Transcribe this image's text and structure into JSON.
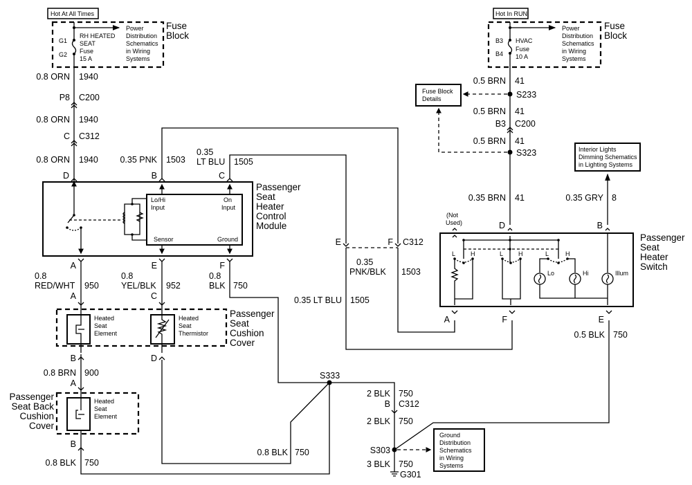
{
  "left_fuse": {
    "hot_label": "Hot At All Times",
    "block_label": [
      "Fuse",
      "Block"
    ],
    "terminals": [
      "G1",
      "G2"
    ],
    "fuse_name": [
      "RH HEATED",
      "SEAT",
      "Fuse",
      "15 A"
    ],
    "power_ref": [
      "Power",
      "Distribution",
      "Schematics",
      "in Wiring",
      "Systems"
    ]
  },
  "left_feed": {
    "wire1": {
      "size_color": "0.8 ORN",
      "circuit": "1940"
    },
    "conn1": {
      "pin": "P8",
      "id": "C200"
    },
    "wire2": {
      "size_color": "0.8 ORN",
      "circuit": "1940"
    },
    "conn2": {
      "pin": "C",
      "id": "C312"
    },
    "wire3": {
      "size_color": "0.8 ORN",
      "circuit": "1940"
    }
  },
  "control_module": {
    "name": [
      "Passenger",
      "Seat",
      "Heater",
      "Control",
      "Module"
    ],
    "pins": {
      "d": "D",
      "b": "B",
      "c": "C",
      "a": "A",
      "e": "E",
      "f": "F"
    },
    "inner": {
      "lohi": [
        "Lo/Hi",
        "Input"
      ],
      "on": [
        "On",
        "Input"
      ],
      "sensor": "Sensor",
      "ground": "Ground"
    },
    "wire_b": {
      "size_color": "0.35 PNK",
      "circuit": "1503"
    },
    "wire_c": {
      "size_color": [
        "0.35",
        "LT BLU"
      ],
      "circuit": "1505"
    },
    "wire_a": {
      "size_color": [
        "0.8",
        "RED/WHT"
      ],
      "circuit": "950"
    },
    "wire_e": {
      "size_color": [
        "0.8",
        "YEL/BLK"
      ],
      "circuit": "952"
    },
    "wire_f": {
      "size_color": [
        "0.8",
        "BLK"
      ],
      "circuit": "750"
    }
  },
  "cushion": {
    "name": [
      "Passenger",
      "Seat",
      "Cushion",
      "Cover"
    ],
    "pins": {
      "a": "A",
      "c": "C",
      "b": "B",
      "d": "D"
    },
    "element": [
      "Heated",
      "Seat",
      "Element"
    ],
    "thermistor": [
      "Heated",
      "Seat",
      "Thermistor"
    ]
  },
  "seat_back": {
    "name": [
      "Passenger",
      "Seat Back",
      "Cushion",
      "Cover"
    ],
    "wire_in": {
      "size_color": "0.8 BRN",
      "circuit": "900"
    },
    "pins": {
      "a": "A",
      "b": "B"
    },
    "element": [
      "Heated",
      "Seat",
      "Element"
    ],
    "wire_out": {
      "size_color": "0.8 BLK",
      "circuit": "750"
    }
  },
  "ground": {
    "thermistor_return": {
      "size_color": "0.8 BLK",
      "circuit": "750"
    },
    "splice1": "S333",
    "wire1": {
      "size_color": "2 BLK",
      "circuit": "750"
    },
    "conn": {
      "pin": "B",
      "id": "C312"
    },
    "wire2": {
      "size_color": "2 BLK",
      "circuit": "750"
    },
    "splice2": "S303",
    "wire3": {
      "size_color": "3 BLK",
      "circuit": "750"
    },
    "ground_id": "G301",
    "ref": [
      "Ground",
      "Distribution",
      "Schematics",
      "in Wiring",
      "Systems"
    ]
  },
  "c312_mid": {
    "pin_e": "E",
    "pin_f": "F",
    "id": "C312",
    "wire_pnkblk": {
      "size_color": [
        "0.35",
        "PNK/BLK"
      ],
      "circuit": "1503"
    },
    "wire_ltblu": {
      "size_color": "0.35 LT BLU",
      "circuit": "1505"
    }
  },
  "right_fuse": {
    "hot_label": "Hot In RUN",
    "block_label": [
      "Fuse",
      "Block"
    ],
    "terminals": [
      "B3",
      "B4"
    ],
    "fuse_name": [
      "HVAC",
      "Fuse",
      "10 A"
    ],
    "power_ref": [
      "Power",
      "Distribution",
      "Schematics",
      "in Wiring",
      "Systems"
    ]
  },
  "right_feed": {
    "wire1": {
      "size_color": "0.5 BRN",
      "circuit": "41"
    },
    "splice1": "S233",
    "details_ref": [
      "Fuse Block",
      "Details"
    ],
    "wire2": {
      "size_color": "0.5 BRN",
      "circuit": "41"
    },
    "conn": {
      "pin": "B3",
      "id": "C200"
    },
    "wire3": {
      "size_color": "0.5 BRN",
      "circuit": "41"
    },
    "splice2": "S323",
    "wire4": {
      "size_color": "0.35 BRN",
      "circuit": "41"
    },
    "dimming_ref": [
      "Interior Lights",
      "Dimming Schematics",
      "in Lighting Systems"
    ],
    "wire_gry": {
      "size_color": "0.35 GRY",
      "circuit": "8"
    }
  },
  "switch": {
    "name": [
      "Passenger",
      "Seat",
      "Heater",
      "Switch"
    ],
    "not_used": [
      "(Not",
      "Used)"
    ],
    "pins": {
      "d": "D",
      "b": "B",
      "a": "A",
      "f": "F",
      "e": "E"
    },
    "contact_l": "L",
    "contact_h": "H",
    "lamps": [
      "Lo",
      "Hi",
      "Illum"
    ],
    "wire_e": {
      "size_color": "0.5 BLK",
      "circuit": "750"
    }
  }
}
